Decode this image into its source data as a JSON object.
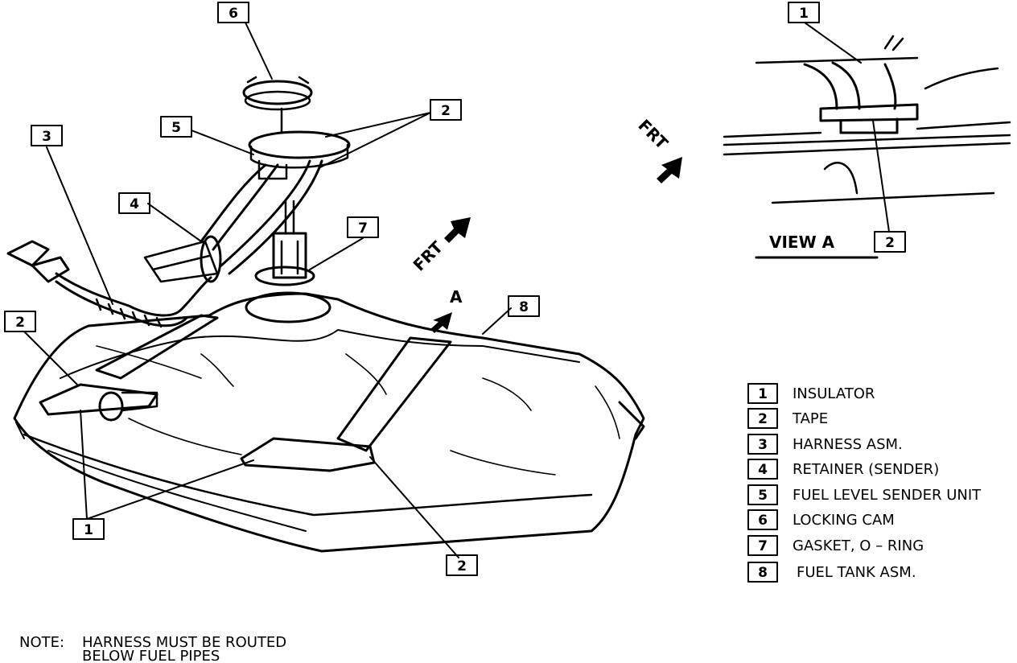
{
  "callouts": {
    "c6_top": "6",
    "c5_left": "5",
    "c2_upper": "2",
    "c3_left": "3",
    "c4_left": "4",
    "c7_mid": "7",
    "c2_left": "2",
    "c8_right": "8",
    "c1_bottom": "1",
    "c2_bottom": "2",
    "c1_view": "1",
    "c2_view": "2"
  },
  "direction_labels": {
    "frt_main": "FRT",
    "frt_view": "FRT",
    "view_arrow_letter": "A"
  },
  "view_title": "VIEW A",
  "legend": [
    {
      "num": "1",
      "label": "INSULATOR"
    },
    {
      "num": "2",
      "label": "TAPE"
    },
    {
      "num": "3",
      "label": "HARNESS ASM."
    },
    {
      "num": "4",
      "label": "RETAINER (SENDER)"
    },
    {
      "num": "5",
      "label": "FUEL LEVEL SENDER UNIT"
    },
    {
      "num": "6",
      "label": "LOCKING CAM"
    },
    {
      "num": "7",
      "label": "GASKET, O – RING"
    },
    {
      "num": "8",
      "label": "FUEL TANK ASM."
    }
  ],
  "note": {
    "prefix": "NOTE:",
    "line1": "HARNESS MUST BE ROUTED",
    "line2": "BELOW FUEL PIPES"
  }
}
